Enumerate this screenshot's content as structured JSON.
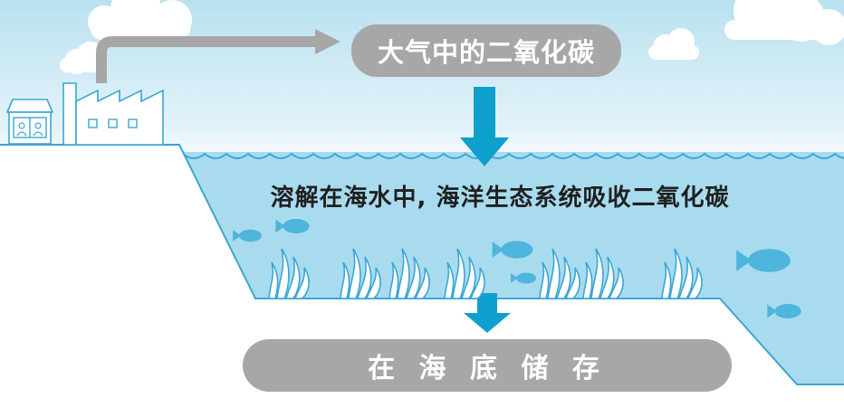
{
  "labels": {
    "atmosphere_co2": "大气中的二氧化碳",
    "ocean_absorption": "溶解在海水中, 海洋生态系统吸收二氧化碳",
    "seabed_storage": "在 海 底 储 存"
  },
  "colors": {
    "sky_top": "#bfe4f1",
    "sea": "#a9dbef",
    "sea_line": "#3aa7d4",
    "arrow_blue": "#0ea0cd",
    "pill_gray": "#a7a7a7",
    "fish": "#4eb5dc",
    "outline": "#3aa7d4"
  },
  "icons": [
    "cloud-icon",
    "house-icon",
    "factory-icon",
    "fish-icon",
    "seaweed-icon",
    "arrow-right-icon",
    "arrow-down-icon"
  ]
}
